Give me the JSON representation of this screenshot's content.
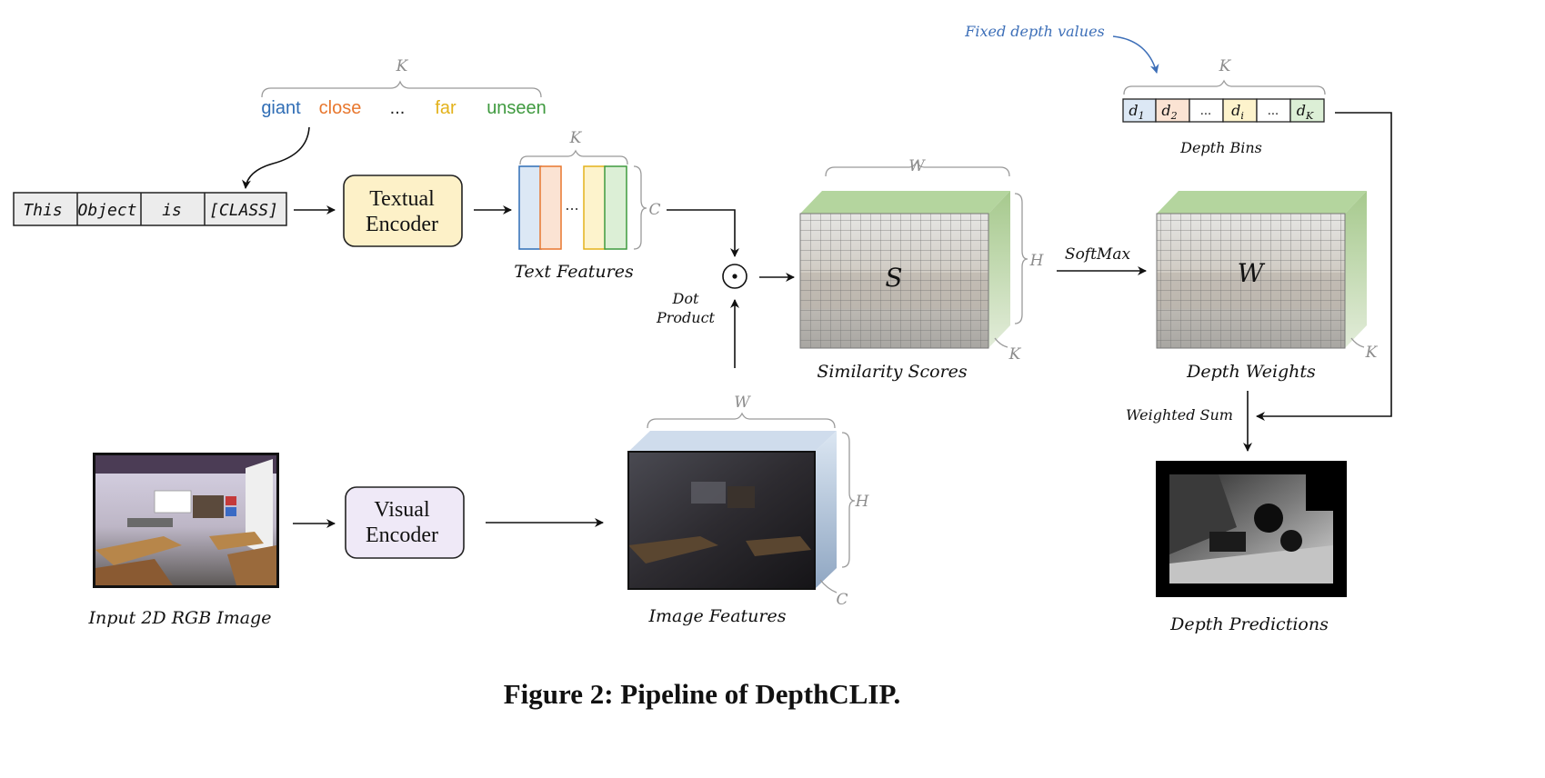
{
  "class_words": [
    {
      "text": "giant",
      "color": "#2f6db5"
    },
    {
      "text": "close",
      "color": "#e8772e"
    },
    {
      "text": "...",
      "color": "#222222"
    },
    {
      "text": "far",
      "color": "#e3b21b"
    },
    {
      "text": "unseen",
      "color": "#3f9a3f"
    }
  ],
  "prompt_tokens": [
    "This",
    "Object",
    "is",
    "[CLASS]"
  ],
  "textual_encoder": {
    "line1": "Textual",
    "line2": "Encoder",
    "fill": "#fdf1c8"
  },
  "visual_encoder": {
    "line1": "Visual",
    "line2": "Encoder",
    "fill": "#efe9f7"
  },
  "text_features": {
    "label": "Text Features",
    "ellipsis": "..."
  },
  "dot_product": {
    "symbol": "⊙",
    "line1": "Dot",
    "line2": "Product"
  },
  "similarity": {
    "symbol": "S",
    "label": "Similarity Scores"
  },
  "softmax_label": "SoftMax",
  "depth_weights": {
    "symbol": "W",
    "label": "Depth Weights"
  },
  "depth_bins": {
    "label": "Depth Bins",
    "annotation": "Fixed depth values",
    "annotation_color": "#3d6fb8",
    "cells": [
      {
        "base": "d",
        "sub": "1",
        "fill": "#dce8f5"
      },
      {
        "base": "d",
        "sub": "2",
        "fill": "#fbe3d3"
      },
      {
        "base": "...",
        "sub": "",
        "fill": "#ffffff"
      },
      {
        "base": "d",
        "sub": "i",
        "fill": "#fdf3cc"
      },
      {
        "base": "...",
        "sub": "",
        "fill": "#ffffff"
      },
      {
        "base": "d",
        "sub": "K",
        "fill": "#dcefd6"
      }
    ]
  },
  "weighted_sum_label": "Weighted Sum",
  "input_image_label": "Input 2D RGB Image",
  "image_features_label": "Image Features",
  "depth_predictions_label": "Depth Predictions",
  "dims": {
    "K": "K",
    "C": "C",
    "W": "W",
    "H": "H"
  },
  "caption": "Figure 2: Pipeline of DepthCLIP."
}
